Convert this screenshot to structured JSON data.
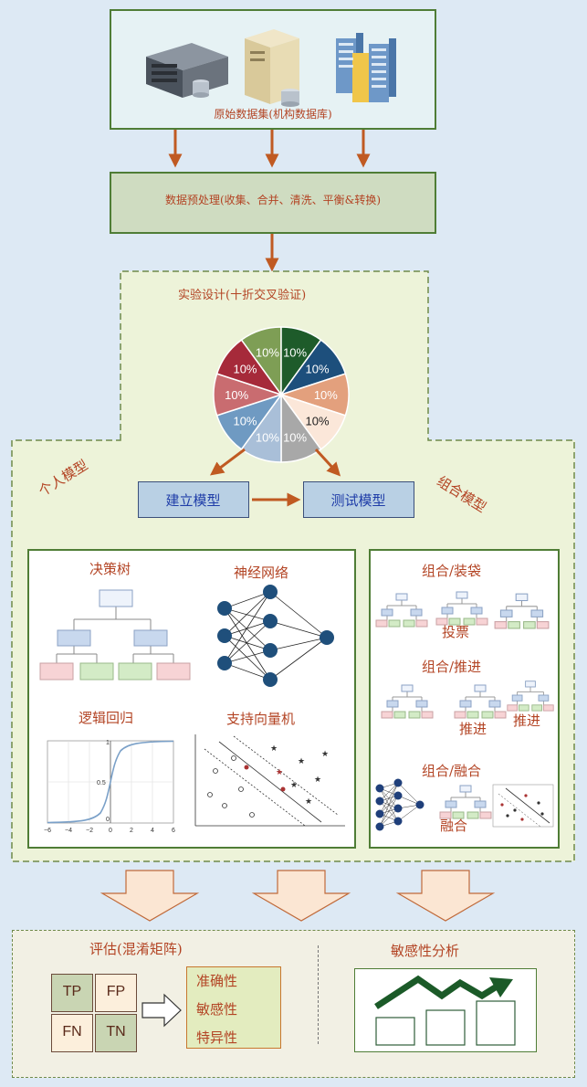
{
  "source_box": {
    "label": "原始数据集(机构数据库)"
  },
  "preprocess": {
    "label": "数据预处理(收集、合并、清洗、平衡&转换)"
  },
  "experiment": {
    "title": "实验设计(十折交叉验证)",
    "slices": [
      "10%",
      "10%",
      "10%",
      "10%",
      "10%",
      "10%",
      "10%",
      "10%",
      "10%",
      "10%"
    ],
    "slice_colors": [
      "#7e9e55",
      "#1e5b2a",
      "#1d4f7c",
      "#e3a07d",
      "#fbe7d9",
      "#a8a8a8",
      "#a9bfd8",
      "#6f9ac2",
      "#c96c70",
      "#a62a3a"
    ]
  },
  "models_section": {
    "individual_label": "个人模型",
    "ensemble_label": "组合模型",
    "build_button": "建立模型",
    "test_button": "测试模型"
  },
  "individual": {
    "decision_tree": "决策树",
    "neural_network": "神经网络",
    "logistic": "逻辑回归",
    "svm": "支持向量机",
    "logistic_ticks_x": [
      "−6",
      "−4",
      "−2",
      "0",
      "2",
      "4",
      "6"
    ],
    "logistic_ticks_y": [
      "1",
      "0.5",
      "0"
    ]
  },
  "ensemble": {
    "bagging": "组合/装袋",
    "bagging_vote": "投票",
    "boosting": "组合/推进",
    "boosting_step1": "推进",
    "boosting_step2": "推进",
    "fusion": "组合/融合",
    "fusion_label": "融合"
  },
  "evaluation": {
    "title": "评估(混淆矩阵)",
    "matrix": [
      "TP",
      "FP",
      "FN",
      "TN"
    ],
    "metrics": [
      "准确性",
      "敏感性",
      "特异性"
    ]
  },
  "sensitivity": {
    "title": "敏感性分析"
  }
}
